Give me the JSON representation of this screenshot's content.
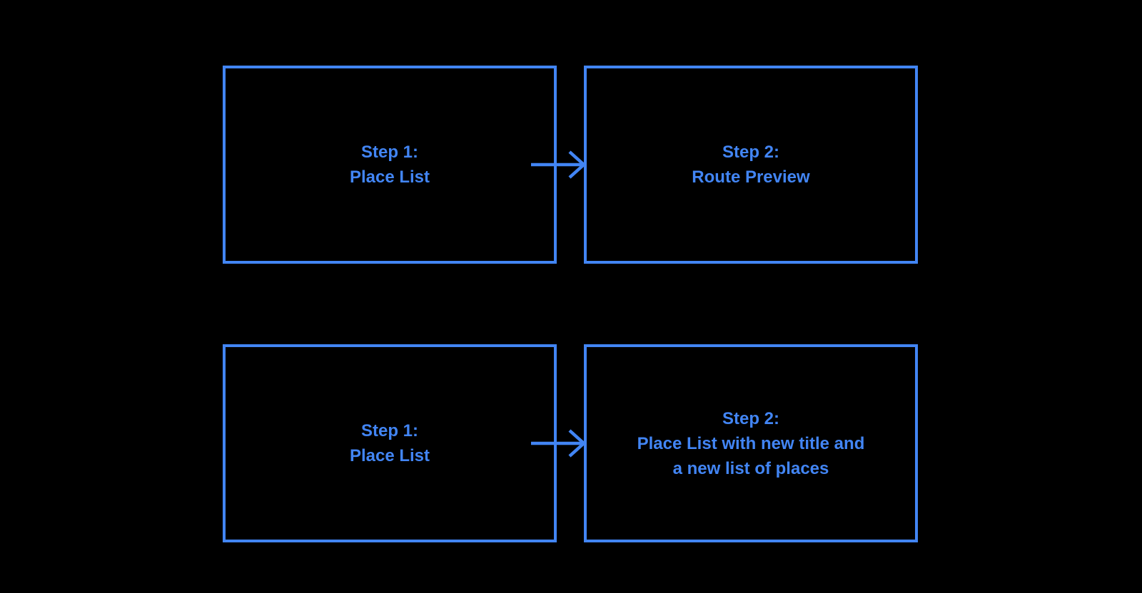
{
  "page": {
    "background": "#000000"
  },
  "theme": {
    "accent": "#4285F4"
  },
  "diagram": {
    "nodes": [
      {
        "id": "row1-step1",
        "lines": [
          "Step 1:",
          "Place List"
        ]
      },
      {
        "id": "row1-step2",
        "lines": [
          "Step 2:",
          "Route Preview"
        ]
      },
      {
        "id": "row2-step1",
        "lines": [
          "Step 1:",
          "Place List"
        ]
      },
      {
        "id": "row2-step2",
        "lines": [
          "Step 2:",
          "Place List with new title and",
          "a new list of places"
        ]
      }
    ],
    "connectors": [
      {
        "from": "row1-step1",
        "to": "row1-step2",
        "direction": "right"
      },
      {
        "from": "row2-step1",
        "to": "row2-step2",
        "direction": "right"
      }
    ]
  }
}
